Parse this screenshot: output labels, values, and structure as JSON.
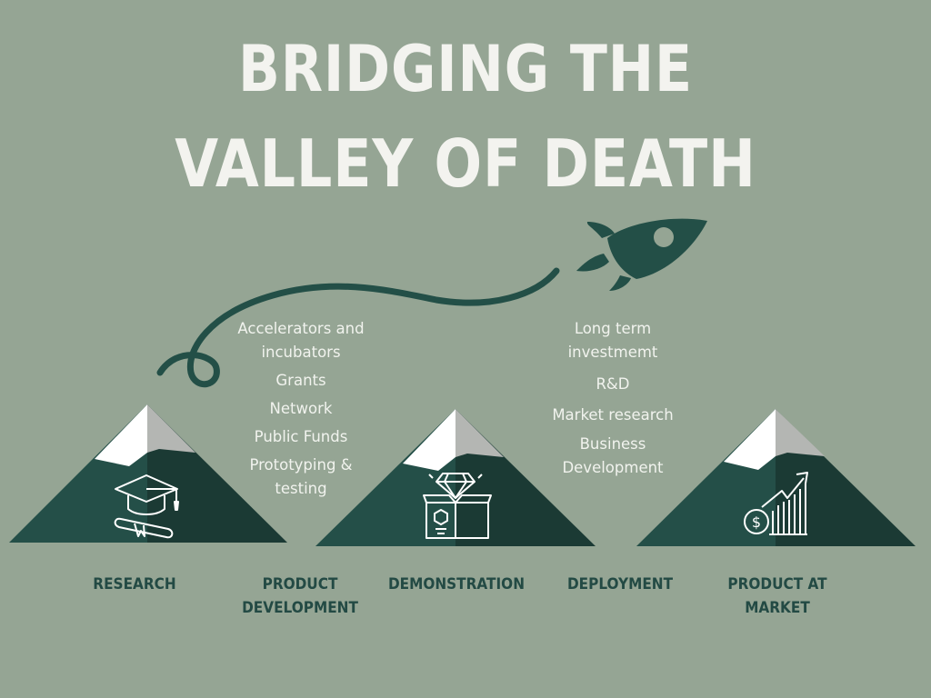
{
  "title": {
    "line1": "BRIDGING THE",
    "line2": "VALLEY OF DEATH"
  },
  "icons": {
    "rocket": "rocket-icon",
    "research": "graduation-cap-diploma-icon",
    "demonstration": "diamond-box-icon",
    "market": "money-growth-chart-icon"
  },
  "left_list": {
    "items": [
      "Accelerators and incubators",
      "Grants",
      "Network",
      "Public Funds",
      "Prototyping & testing"
    ]
  },
  "right_list": {
    "items": [
      "Long term investmemt",
      "R&D",
      "Market research",
      "Business Development"
    ]
  },
  "stages": [
    {
      "label": "RESEARCH"
    },
    {
      "label": "PRODUCT DEVELOPMENT"
    },
    {
      "label": "DEMONSTRATION"
    },
    {
      "label": "DEPLOYMENT"
    },
    {
      "label": "PRODUCT AT MARKET"
    }
  ],
  "colors": {
    "background": "#95a594",
    "dark_green": "#234f47",
    "mountain_light": "#244f48",
    "mountain_dark": "#1b3a34",
    "snow_white": "#ffffff",
    "snow_gray": "#b4b6b3",
    "title_text": "#f3f3ef"
  }
}
